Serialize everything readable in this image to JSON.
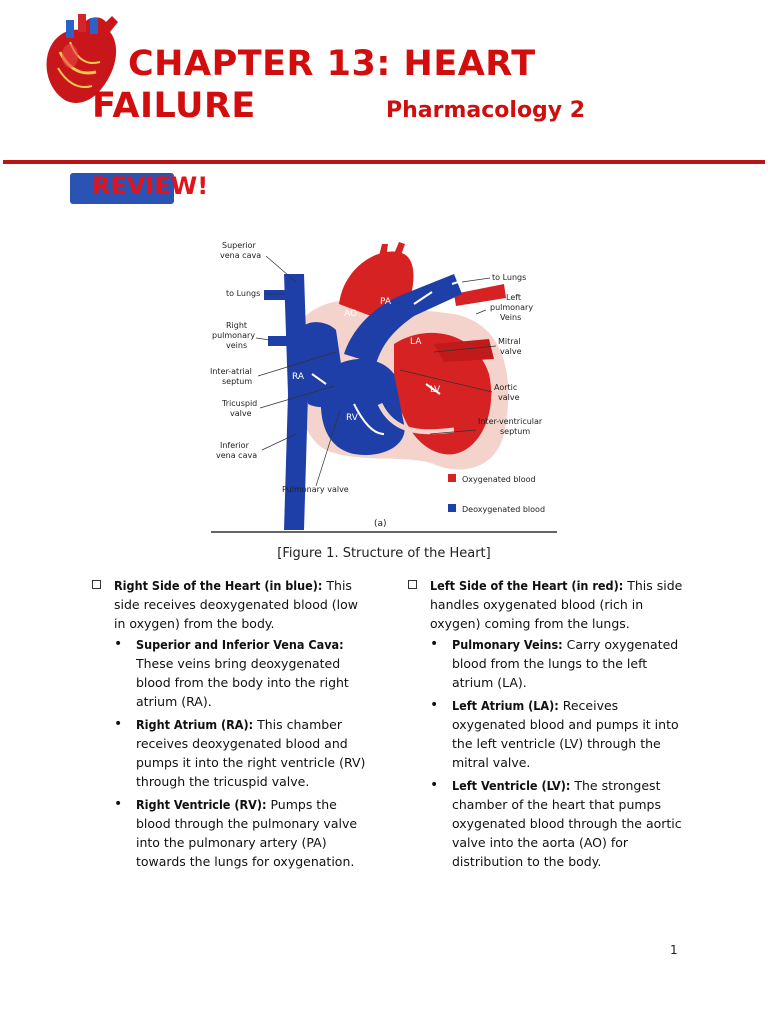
{
  "header": {
    "title_line1": "CHAPTER 13: HEART",
    "title_line2": "FAILURE",
    "subtitle": "Pharmacology 2"
  },
  "review_label": "REVIEW!",
  "figure": {
    "labels": {
      "superior_vena_cava": "Superior vena cava",
      "to_lungs_left": "to Lungs",
      "right_pulmonary_veins": "Right pulmonary veins",
      "inter_atrial_septum": "Inter-atrial septum",
      "tricuspid_valve": "Tricuspid valve",
      "inferior_vena_cava": "Inferior vena cava",
      "pulmonary_valve": "Pulmonary valve",
      "to_lungs_right": "to Lungs",
      "left_pulmonary_veins": "Left pulmonary Veins",
      "mitral_valve": "Mitral valve",
      "aortic_valve": "Aortic valve",
      "inter_ventricular_septum": "Inter-ventricular septum",
      "ao": "AO",
      "pa": "PA",
      "la": "LA",
      "lv": "LV",
      "ra": "RA",
      "rv": "RV",
      "panel": "(a)"
    },
    "legend": {
      "oxygenated": "Oxygenated blood",
      "deoxygenated": "Deoxygenated blood"
    },
    "caption": "[Figure 1. Structure of the Heart]"
  },
  "left_column": {
    "heading": "Right Side of the Heart (in blue):",
    "intro": " This side receives deoxygenated blood (low in oxygen) from the body.",
    "bullets": [
      {
        "term": "Superior and Inferior Vena Cava:",
        "text": " These veins bring deoxygenated blood from the body into the right atrium (RA)."
      },
      {
        "term": "Right Atrium (RA):",
        "text": " This chamber receives deoxygenated blood and pumps it into the right ventricle (RV) through the tricuspid valve."
      },
      {
        "term": "Right Ventricle (RV):",
        "text": " Pumps the blood through the pulmonary valve into the pulmonary artery (PA) towards the lungs for oxygenation."
      }
    ]
  },
  "right_column": {
    "heading": "Left Side of the Heart (in red):",
    "intro": " This side handles oxygenated blood (rich in oxygen) coming from the lungs.",
    "bullets": [
      {
        "term": "Pulmonary Veins:",
        "text": " Carry oxygenated blood from the lungs to the left atrium (LA)."
      },
      {
        "term": "Left Atrium (LA):",
        "text": " Receives oxygenated blood and pumps it into the left ventricle (LV) through the mitral valve."
      },
      {
        "term": "Left Ventricle (LV):",
        "text": " The strongest chamber of the heart that pumps oxygenated blood through the aortic valve into the aorta (AO) for distribution to the body."
      }
    ]
  },
  "page_number": "1",
  "colors": {
    "title_red": "#d10d0d",
    "rule_red": "#b81414",
    "review_blue": "#2a53b4",
    "oxygenated": "#d62222",
    "deoxygenated": "#1f3fa8"
  }
}
